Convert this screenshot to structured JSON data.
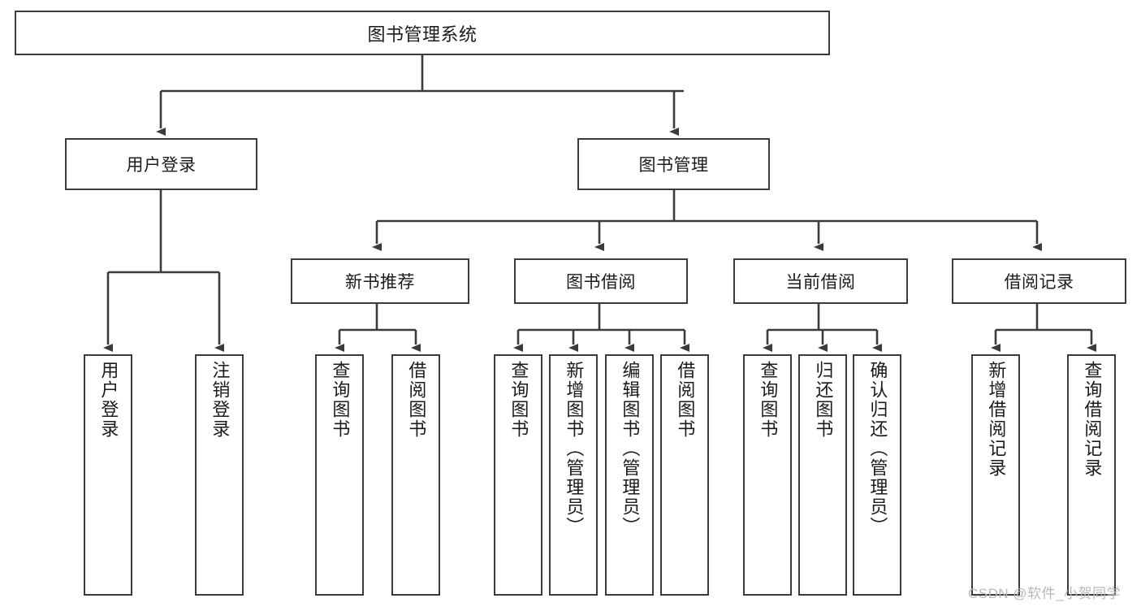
{
  "diagram": {
    "type": "hierarchy-tree",
    "title": "图书管理系统",
    "orientation": "top-down",
    "line_color": "#3b3b3b",
    "box_fill": "#ffffff",
    "text_color": "#1b1b1b",
    "levels": 4,
    "nodes": {
      "root": {
        "label": "图书管理系统"
      },
      "level1": [
        {
          "label": "用户登录"
        },
        {
          "label": "图书管理"
        }
      ],
      "level2": [
        {
          "label": "新书推荐"
        },
        {
          "label": "图书借阅"
        },
        {
          "label": "当前借阅"
        },
        {
          "label": "借阅记录"
        }
      ],
      "leaves_user_login": [
        {
          "label": "用户登录"
        },
        {
          "label": "注销登录"
        }
      ],
      "leaves_new_book": [
        {
          "label": "查询图书"
        },
        {
          "label": "借阅图书"
        }
      ],
      "leaves_borrow": [
        {
          "label": "查询图书"
        },
        {
          "label": "新增图书（管理员）"
        },
        {
          "label": "编辑图书（管理员）"
        },
        {
          "label": "借阅图书"
        }
      ],
      "leaves_current": [
        {
          "label": "查询图书"
        },
        {
          "label": "归还图书"
        },
        {
          "label": "确认归还（管理员）"
        }
      ],
      "leaves_records": [
        {
          "label": "新增借阅记录"
        },
        {
          "label": "查询借阅记录"
        }
      ]
    }
  },
  "watermark": {
    "text": "CSDN @软件_小贺同学",
    "color": "#b8b8b8"
  }
}
